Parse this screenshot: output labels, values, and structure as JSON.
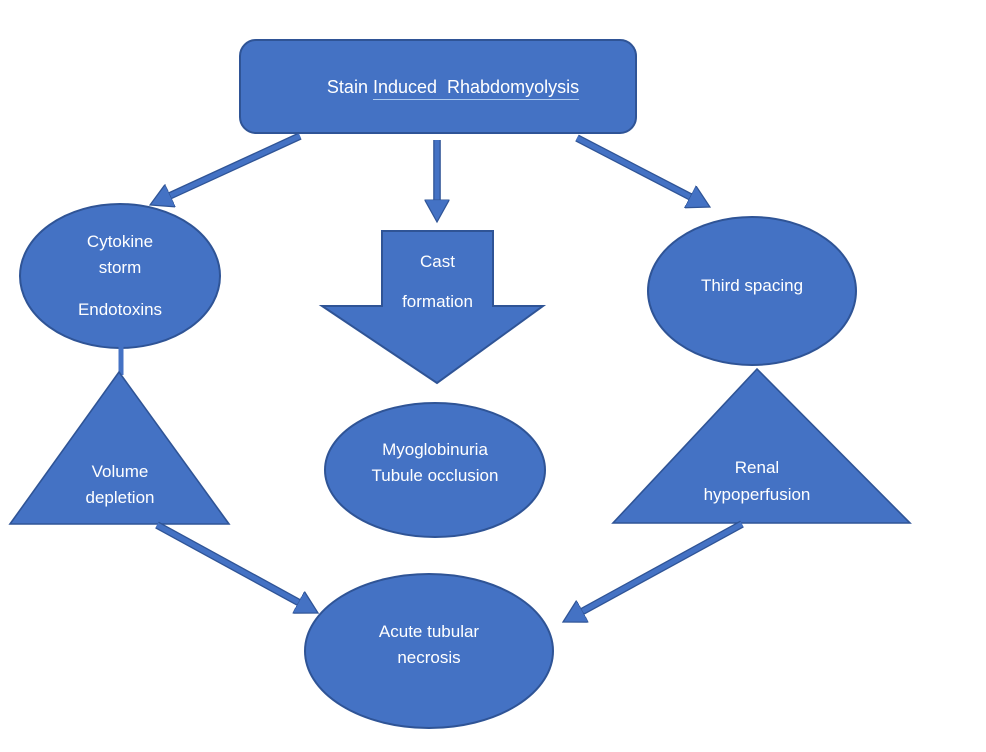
{
  "background": "#FFFFFF",
  "colors": {
    "shape_fill": "#4472C4",
    "shape_border": "#2F5496",
    "arrow_fill": "#4472C4",
    "text": "#FFFFFF",
    "title_underline": "#AECBEF"
  },
  "title": {
    "part1": "Stain",
    "part2": "Induced  Rhabdomyolysis"
  },
  "nodes": {
    "cytokine_storm": {
      "shape": "ellipse",
      "line1": "Cytokine",
      "line2": "storm",
      "line3": "Endotoxins"
    },
    "cast_formation": {
      "shape": "down-arrow",
      "line1": "Cast",
      "line2": "formation"
    },
    "third_spacing": {
      "shape": "ellipse",
      "line1": "Third spacing"
    },
    "volume_depletion": {
      "shape": "triangle",
      "line1": "Volume",
      "line2": "depletion"
    },
    "myoglobinuria": {
      "shape": "ellipse",
      "line1": "Myoglobinuria",
      "line2": "Tubule occlusion"
    },
    "renal_hypoperfusion": {
      "shape": "triangle",
      "line1": "Renal",
      "line2": "hypoperfusion"
    },
    "acute_tubular_necrosis": {
      "shape": "ellipse",
      "line1": "Acute tubular",
      "line2": "necrosis"
    }
  },
  "edges": [
    {
      "from": "title",
      "to": "cytokine_storm",
      "type": "arrow"
    },
    {
      "from": "title",
      "to": "cast_formation",
      "type": "arrow"
    },
    {
      "from": "title",
      "to": "third_spacing",
      "type": "arrow"
    },
    {
      "from": "cytokine_storm",
      "to": "volume_depletion",
      "type": "line"
    },
    {
      "from": "third_spacing",
      "to": "renal_hypoperfusion",
      "type": "touch"
    },
    {
      "from": "cast_formation",
      "to": "myoglobinuria",
      "type": "touch"
    },
    {
      "from": "volume_depletion",
      "to": "acute_tubular_necrosis",
      "type": "arrow"
    },
    {
      "from": "renal_hypoperfusion",
      "to": "acute_tubular_necrosis",
      "type": "arrow"
    }
  ]
}
